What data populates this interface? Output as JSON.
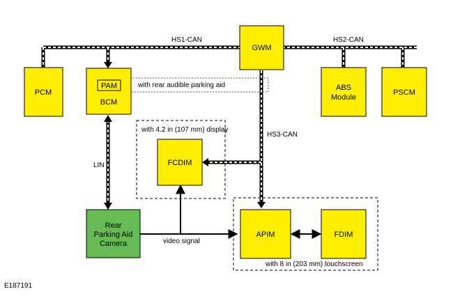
{
  "colors": {
    "module": "#ffee00",
    "camera": "#66bb55",
    "line": "#000000"
  },
  "buses": {
    "hs1": "HS1-CAN",
    "hs2": "HS2-CAN",
    "hs3": "HS3-CAN",
    "lin": "LIN"
  },
  "modules": {
    "pcm": "PCM",
    "bcm": "BCM",
    "pam": "PAM",
    "gwm": "GWM",
    "abs_line1": "ABS",
    "abs_line2": "Module",
    "pscm": "PSCM",
    "fcdim": "FCDIM",
    "apim": "APIM",
    "fdim": "FDIM",
    "camera_line1": "Rear",
    "camera_line2": "Parking Aid",
    "camera_line3": "Camera"
  },
  "notes": {
    "pam_option": "with rear audible parking aid",
    "fcdim_option": "with 4.2 in (107 mm) display",
    "apim_option": "with 8 in (203 mm) touchscreen",
    "video": "video signal"
  },
  "figure_id": "E187191"
}
